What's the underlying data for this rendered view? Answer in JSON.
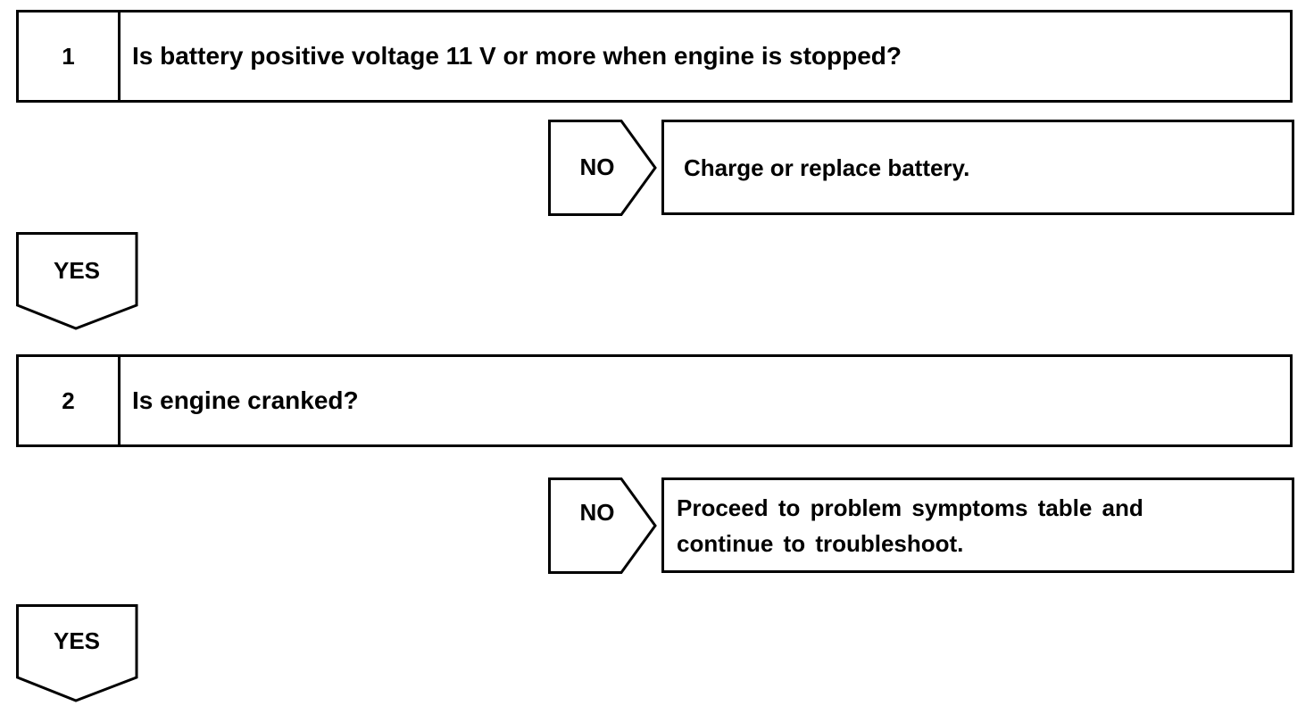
{
  "steps": [
    {
      "number": "1",
      "question": "Is battery positive voltage 11 V or more when engine is stopped?"
    },
    {
      "number": "2",
      "question": "Is engine cranked?"
    }
  ],
  "no_branches": [
    {
      "label": "NO",
      "action_lines": [
        "Charge or replace battery."
      ]
    },
    {
      "label": "NO",
      "action_lines": [
        "Proceed to problem symptoms table and",
        "continue to troubleshoot."
      ]
    }
  ],
  "yes_branches": [
    {
      "label": "YES"
    },
    {
      "label": "YES"
    }
  ]
}
